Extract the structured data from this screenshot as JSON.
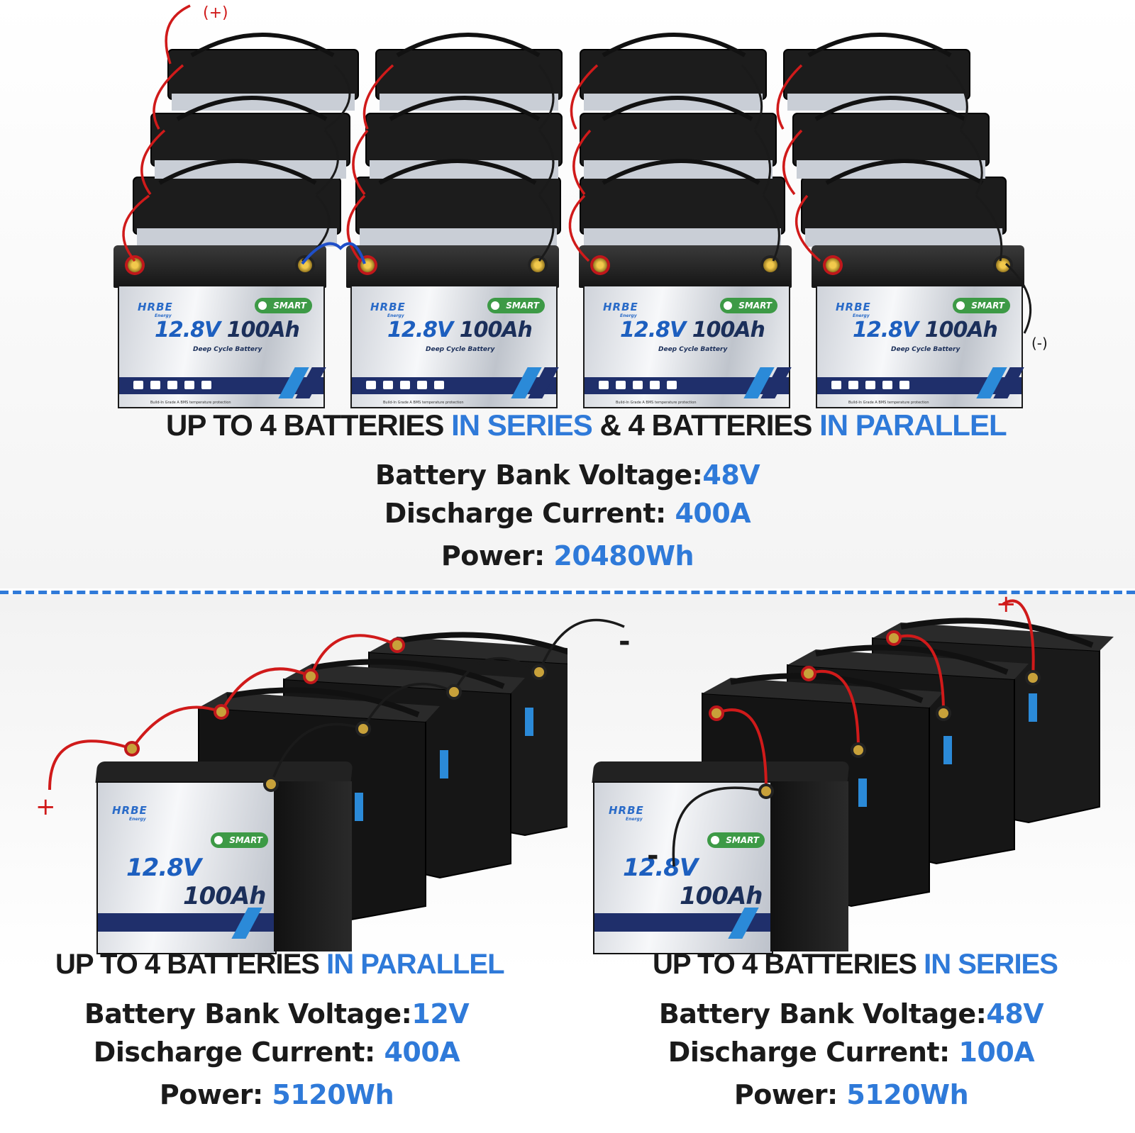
{
  "colors": {
    "accent": "#2f7ad9",
    "text": "#1a1a1a",
    "positive_wire": "#d01a1a",
    "negative_wire": "#1a1a1a"
  },
  "battery": {
    "brand": "HRBE",
    "brand_sub": "Energy",
    "badge": "SMART",
    "voltage": "12.8V",
    "capacity": "100Ah",
    "subtitle": "Deep Cycle Battery",
    "fineprint": "Build-In Grade A BMS temperature protection"
  },
  "top": {
    "wire_labels": {
      "positive": "(+)",
      "negative": "(-)"
    },
    "heading": {
      "part1": "UP TO 4 BATTERIES ",
      "part2": "IN SERIES",
      "part3": " & 4 BATTERIES ",
      "part4": "IN PARALLEL"
    },
    "voltage": {
      "label": "Battery Bank Voltage:",
      "value": "48V"
    },
    "current": {
      "label": "Discharge Current: ",
      "value": "400A"
    },
    "power": {
      "label": "Power: ",
      "value": "20480Wh"
    }
  },
  "parallel": {
    "wire_labels": {
      "positive": "+",
      "negative": "-"
    },
    "heading": {
      "part1": "UP TO 4 BATTERIES ",
      "part2": "IN PARALLEL"
    },
    "voltage": {
      "label": "Battery Bank Voltage:",
      "value": "12V"
    },
    "current": {
      "label": "Discharge Current: ",
      "value": "400A"
    },
    "power": {
      "label": "Power: ",
      "value": "5120Wh"
    }
  },
  "series": {
    "wire_labels": {
      "positive": "+",
      "negative": "-"
    },
    "heading": {
      "part1": "UP TO 4 BATTERIES ",
      "part2": "IN SERIES"
    },
    "voltage": {
      "label": "Battery Bank Voltage:",
      "value": "48V"
    },
    "current": {
      "label": "Discharge Current: ",
      "value": "100A"
    },
    "power": {
      "label": "Power: ",
      "value": "5120Wh"
    }
  }
}
